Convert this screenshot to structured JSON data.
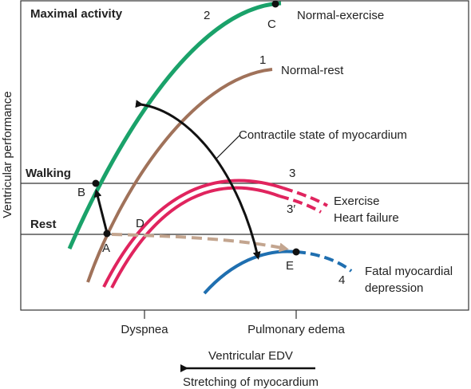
{
  "y_axis_label": "Ventricular performance",
  "levels": {
    "maximal": "Maximal activity",
    "walking": "Walking",
    "rest": "Rest"
  },
  "curve_labels": {
    "c1_num": "1",
    "c1_name": "Normal-rest",
    "c2_num": "2",
    "c2_name": "Normal-exercise",
    "c3_num": "3",
    "c3p_num": "3′",
    "c3_name_1": "Exercise",
    "c3_name_2": "Heart failure",
    "c4_num": "4",
    "c4_name_1": "Fatal myocardial",
    "c4_name_2": "depression"
  },
  "points": {
    "A": "A",
    "B": "B",
    "C": "C",
    "D": "D",
    "E": "E"
  },
  "annotations": {
    "contractile": "Contractile state of myocardium"
  },
  "x_ticks": {
    "dyspnea": "Dyspnea",
    "pulmonary_edema": "Pulmonary edema"
  },
  "bottom": {
    "edv": "Ventricular EDV",
    "stretching": "Stretching of myocardium"
  },
  "colors": {
    "green": "#1aa26a",
    "brown": "#a0725a",
    "red": "#e0245e",
    "blue": "#1f6fb0",
    "tan": "#c3a58f",
    "black": "#111111"
  }
}
